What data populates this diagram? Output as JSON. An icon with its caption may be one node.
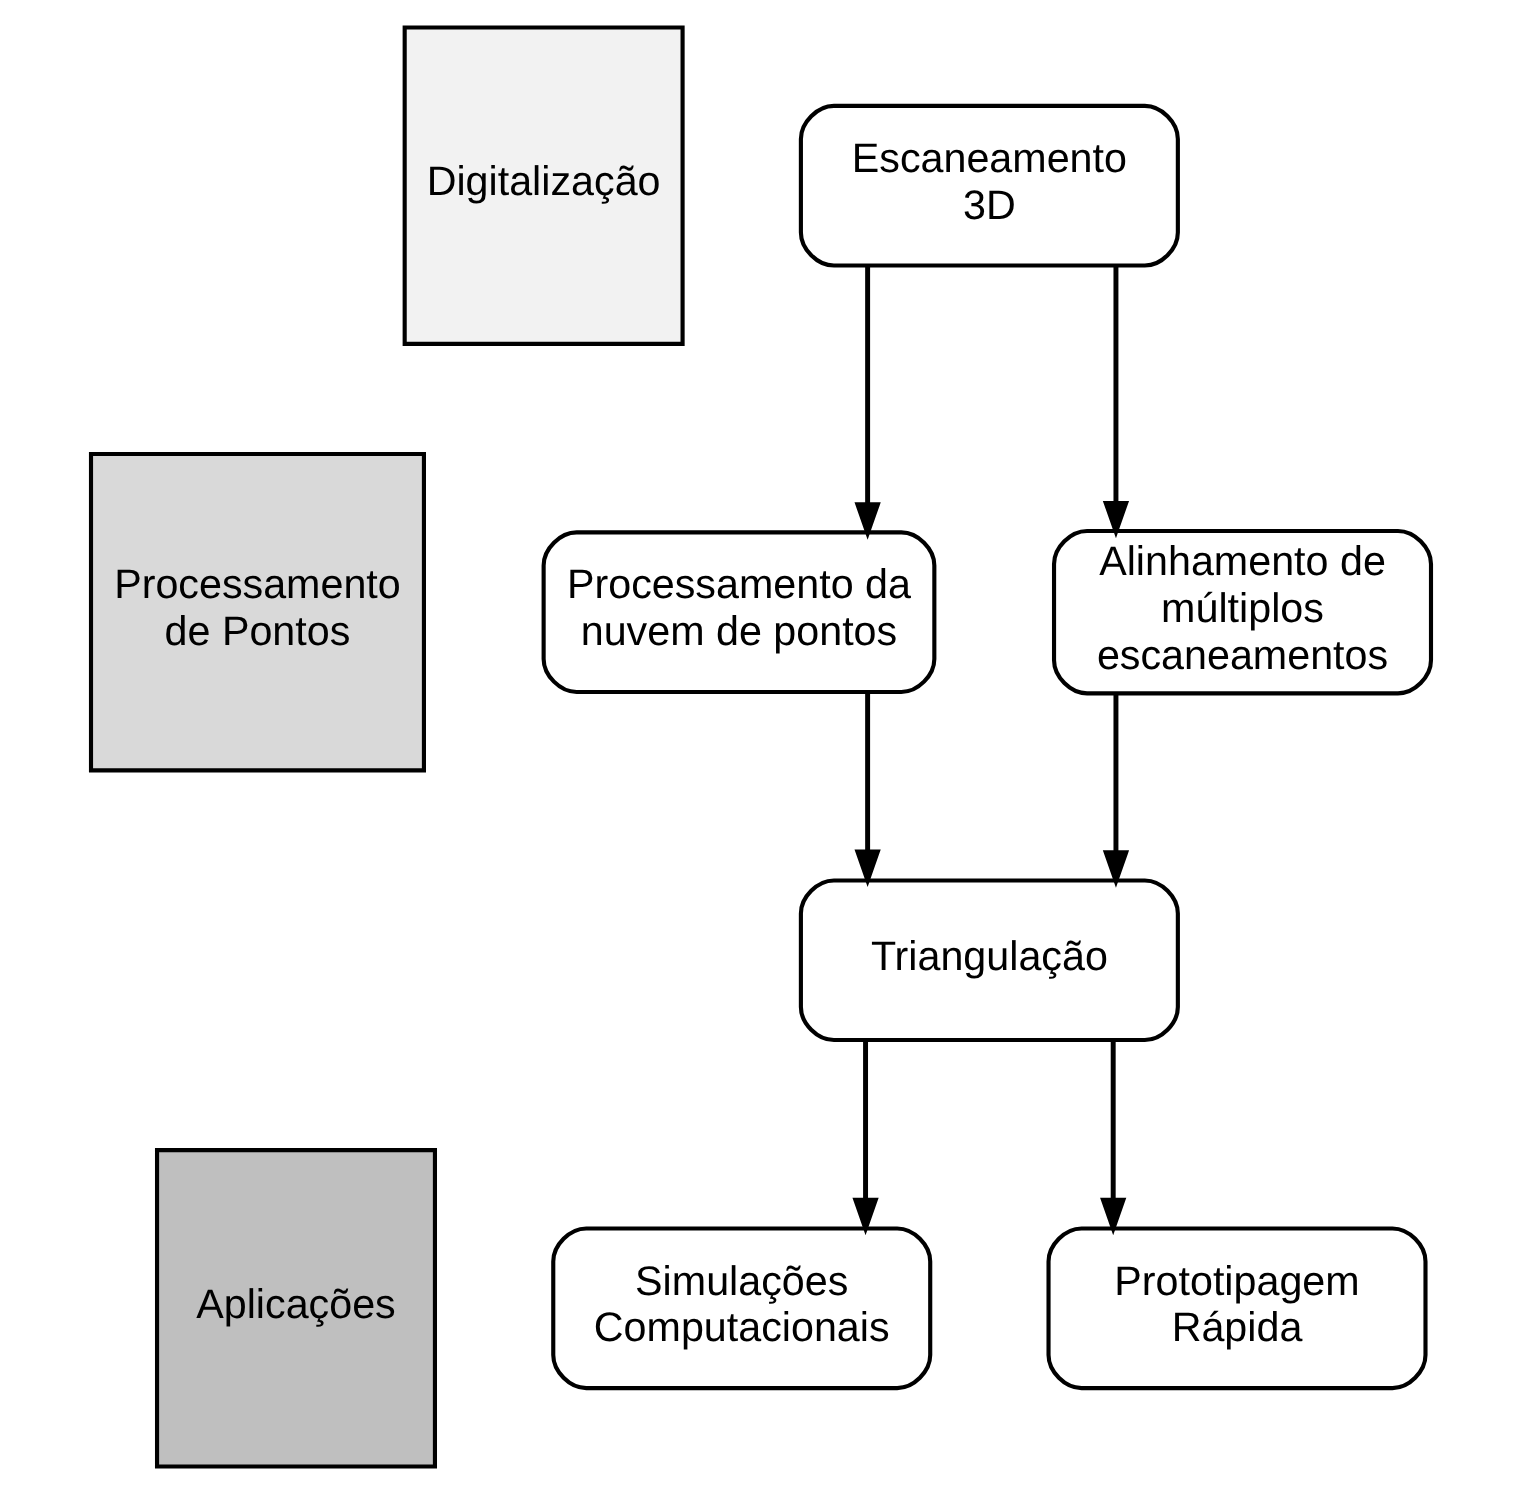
{
  "diagram": {
    "nodes": [
      {
        "text": [
          "Digitalização"
        ]
      },
      {
        "text": [
          "Processamento de Pontos"
        ]
      },
      {
        "text": [
          "Aplicações"
        ]
      },
      {
        "text": [
          "Escaneamento 3D"
        ]
      },
      {
        "text": [
          "Processamento da nuvem de pontos"
        ]
      },
      {
        "text": [
          "Alinhamento de múltiplos escaneamentos"
        ]
      },
      {
        "text": [
          "Triangulação"
        ]
      },
      {
        "text": [
          "Simulações Computacionais"
        ]
      },
      {
        "text": [
          "Prototipagem Rápida"
        ]
      }
    ],
    "edges": [
      {
        "from": 3,
        "to": 4,
        "arrow": "to"
      },
      {
        "from": 3,
        "to": 5,
        "arrow": "to"
      },
      {
        "from": 4,
        "to": 6,
        "arrow": "to"
      },
      {
        "from": 5,
        "to": 6,
        "arrow": "to"
      },
      {
        "from": 6,
        "to": 7,
        "arrow": "to"
      },
      {
        "from": 6,
        "to": 8,
        "arrow": "to"
      }
    ]
  }
}
